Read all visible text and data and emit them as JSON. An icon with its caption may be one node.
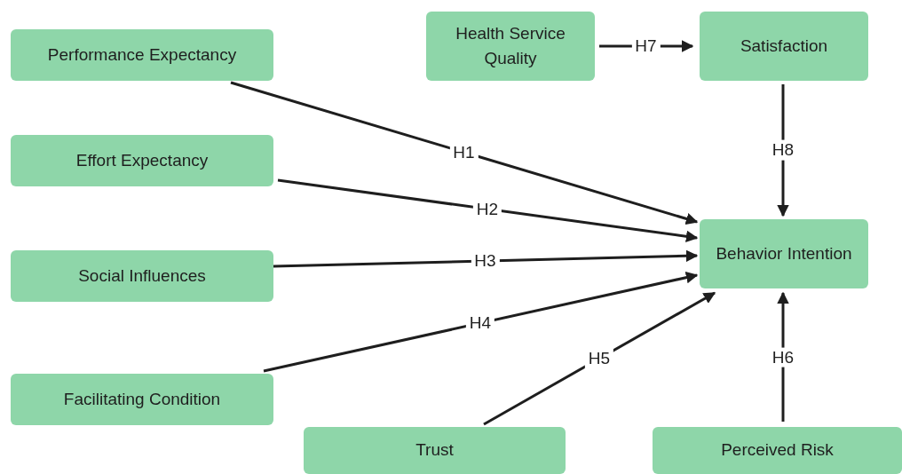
{
  "diagram": {
    "nodes": [
      {
        "text": [
          "Performance Expectancy"
        ]
      },
      {
        "text": [
          "Effort Expectancy"
        ]
      },
      {
        "text": [
          "Social Influences"
        ]
      },
      {
        "text": [
          "Facilitating Condition"
        ]
      },
      {
        "text": [
          "Health Service Quality"
        ]
      },
      {
        "text": [
          "Satisfaction"
        ]
      },
      {
        "text": [
          "Behavior Intention"
        ]
      },
      {
        "text": [
          "Trust"
        ]
      },
      {
        "text": [
          "Perceived Risk"
        ]
      }
    ],
    "edges": [
      {
        "from": 0,
        "to": 6,
        "arrow": "to",
        "label": "H1"
      },
      {
        "from": 1,
        "to": 6,
        "arrow": "to",
        "label": "H2"
      },
      {
        "from": 2,
        "to": 6,
        "arrow": "to",
        "label": "H3"
      },
      {
        "from": 3,
        "to": 6,
        "arrow": "to",
        "label": "H4"
      },
      {
        "from": 7,
        "to": 6,
        "arrow": "to",
        "label": "H5"
      },
      {
        "from": 8,
        "to": 6,
        "arrow": "to",
        "label": "H6"
      },
      {
        "from": 4,
        "to": 5,
        "arrow": "to",
        "label": "H7"
      },
      {
        "from": 5,
        "to": 6,
        "arrow": "to",
        "label": "H8"
      }
    ]
  }
}
